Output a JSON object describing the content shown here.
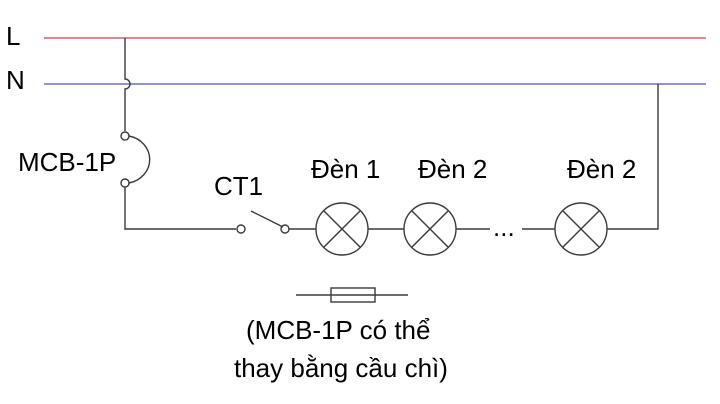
{
  "lines": {
    "live": {
      "label": "L",
      "color": "#e05a6a"
    },
    "neutral": {
      "label": "N",
      "color": "#6b6fc8"
    }
  },
  "components": {
    "breaker": {
      "label": "MCB-1P"
    },
    "switch": {
      "label": "CT1"
    },
    "lamps": [
      {
        "label": "Đèn 1"
      },
      {
        "label": "Đèn 2"
      },
      {
        "label": "Đèn 2"
      }
    ],
    "continuation": "..."
  },
  "note": {
    "line1": "(MCB-1P có thể",
    "line2": "thay bằng cầu chì)"
  }
}
